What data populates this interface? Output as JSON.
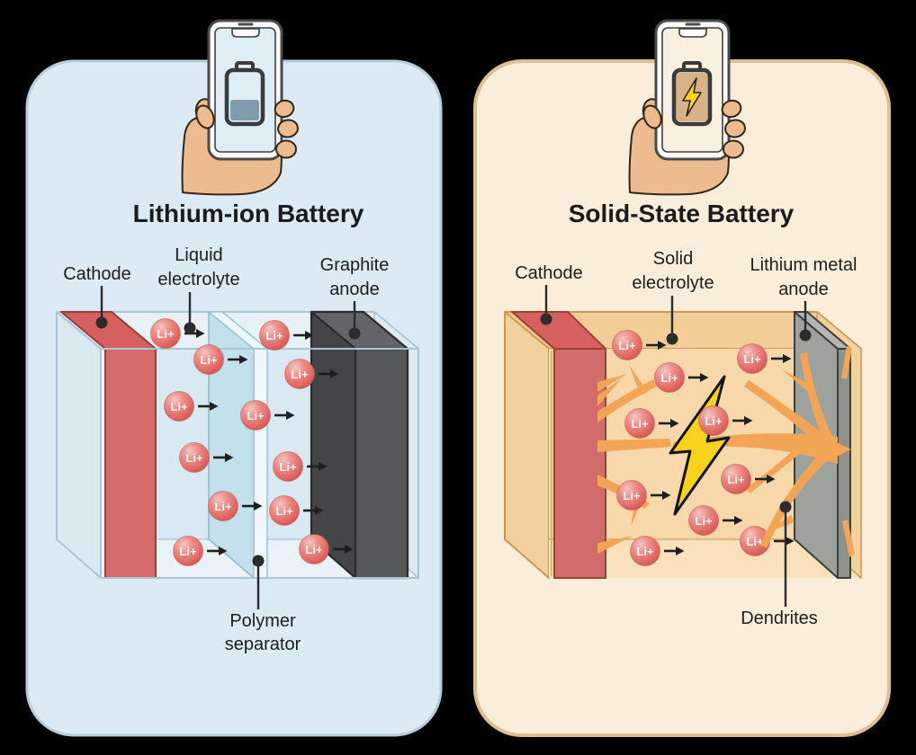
{
  "figure": {
    "background": "#000000",
    "type": "battery-comparison-diagram"
  },
  "panels": {
    "lithium_ion": {
      "title": "Lithium-ion Battery",
      "panel_fill": "#dcebf3",
      "panel_border": "#b7cddb",
      "icons": {
        "phone": "hand-holding-smartphone-icon",
        "battery": "battery-low-icon"
      },
      "labels": {
        "cathode": "Cathode",
        "electrolyte_1": "Liquid",
        "electrolyte_2": "electrolyte",
        "anode_1": "Graphite",
        "anode_2": "anode",
        "separator_1": "Polymer",
        "separator_2": "separator"
      },
      "ions": {
        "label": "Li+",
        "positions": [
          [
            184,
            371
          ],
          [
            232,
            400
          ],
          [
            305,
            373
          ],
          [
            333,
            416
          ],
          [
            199,
            452
          ],
          [
            284,
            462
          ],
          [
            216,
            509
          ],
          [
            320,
            519
          ],
          [
            248,
            563
          ],
          [
            316,
            568
          ],
          [
            209,
            613
          ],
          [
            349,
            611
          ]
        ]
      },
      "colors": {
        "cathode": "#d76a6a",
        "separator": "#c2e1ed",
        "anode": "#56585a",
        "electrolyte": "#d8e9f1",
        "ion": "#e16a64",
        "phone_battery_fill": "#7e9dac"
      }
    },
    "solid_state": {
      "title": "Solid-State Battery",
      "panel_fill": "#faeedb",
      "panel_border": "#dfbe92",
      "icons": {
        "phone": "hand-holding-smartphone-icon",
        "battery": "battery-charging-bolt-icon",
        "bolt": "lightning-bolt-icon"
      },
      "labels": {
        "cathode": "Cathode",
        "electrolyte_1": "Solid",
        "electrolyte_2": "electrolyte",
        "anode_1": "Lithium metal",
        "anode_2": "anode",
        "dendrites": "Dendrites"
      },
      "ions": {
        "label": "Li+",
        "positions_front": [
          [
            697,
            384
          ],
          [
            836,
            399
          ],
          [
            744,
            420
          ],
          [
            793,
            468
          ],
          [
            818,
            533
          ],
          [
            702,
            551
          ],
          [
            782,
            579
          ],
          [
            717,
            613
          ]
        ],
        "positions_behind": [
          [
            711,
            471
          ],
          [
            839,
            602
          ]
        ]
      },
      "colors": {
        "cathode": "#d26b6b",
        "electrolyte": "#f7d8ab",
        "anode": "#9ea29d",
        "dendrite": "#f2a557",
        "bolt": "#f8d21d",
        "ion": "#e16a64",
        "phone_battery_fill": "#d8b189"
      }
    }
  }
}
